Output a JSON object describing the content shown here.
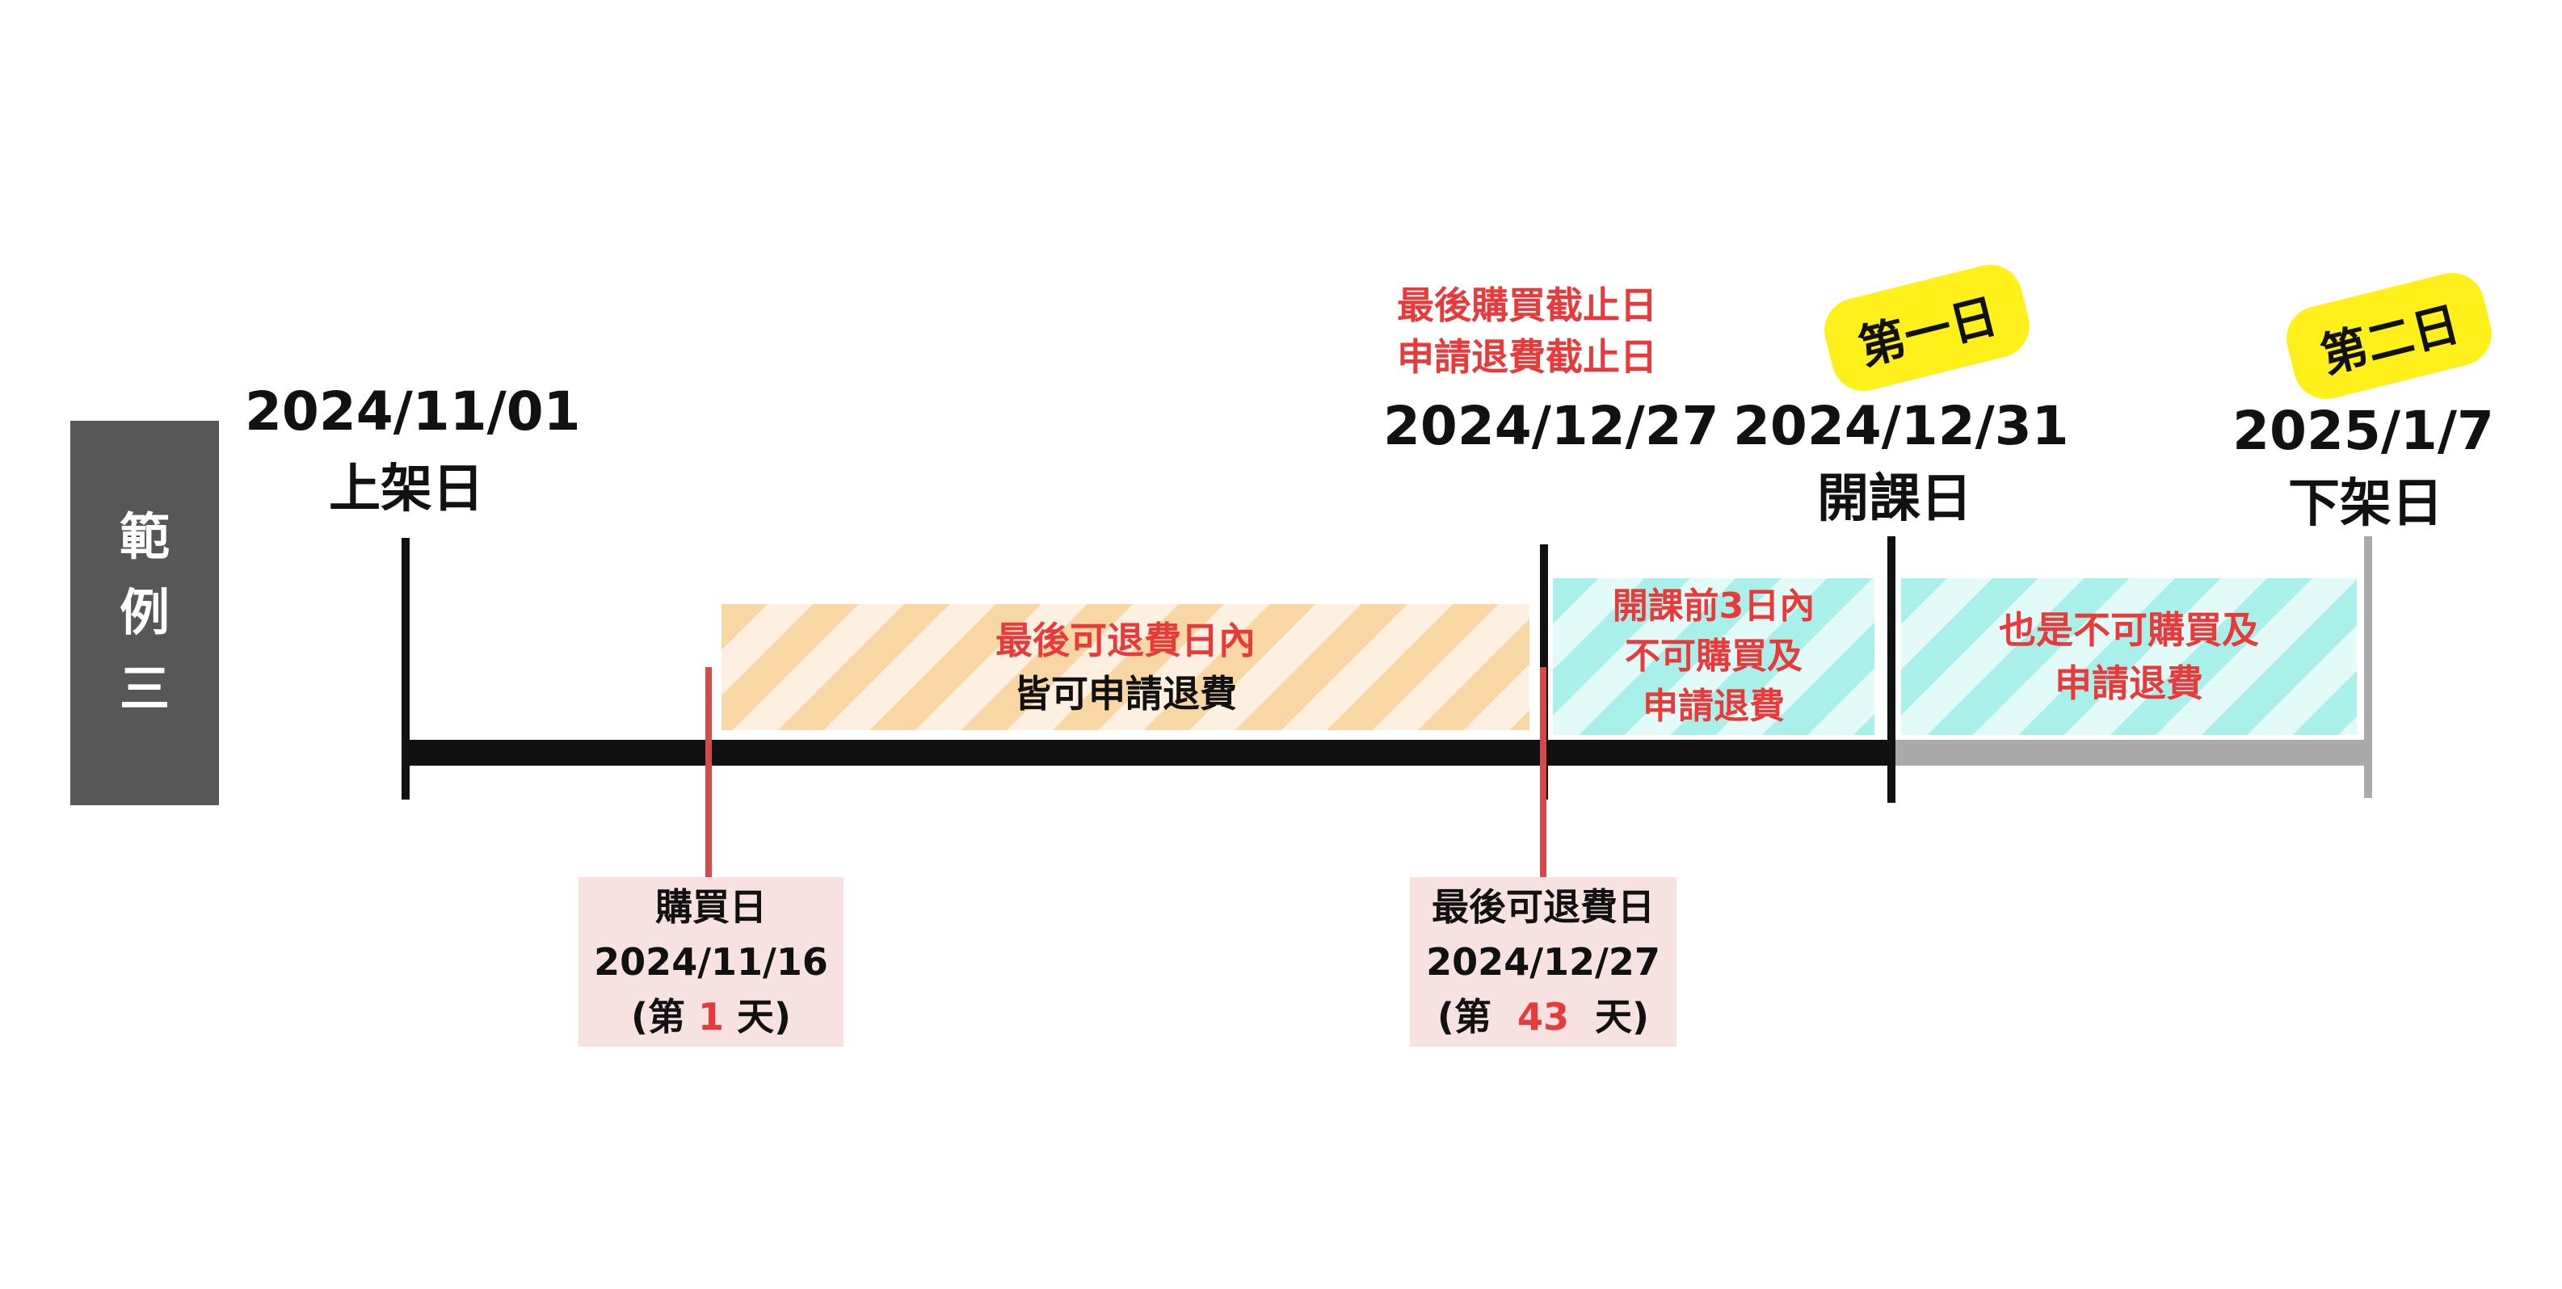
{
  "side_label": [
    "範",
    "例",
    "三"
  ],
  "milestones": {
    "listing": {
      "date": "2024/11/01",
      "name": "上架日"
    },
    "cutoff": {
      "notes": [
        "最後購買截止日",
        "申請退費截止日"
      ],
      "date": "2024/12/27"
    },
    "start": {
      "badge": "第一日",
      "date": "2024/12/31",
      "name": "開課日"
    },
    "delist": {
      "badge": "第二日",
      "date": "2025/1/7",
      "name": "下架日"
    }
  },
  "zones": {
    "refundable": {
      "line1": "最後可退費日內",
      "line2": "皆可申請退費"
    },
    "pre_start": {
      "lines": [
        "開課前3日內",
        "不可購買及",
        "申請退費"
      ]
    },
    "after_start": {
      "lines": [
        "也是不可購買及",
        "申請退費"
      ]
    }
  },
  "purchase_box": {
    "title": "購買日",
    "date": "2024/11/16",
    "prefix": "(第 ",
    "day": "1",
    "suffix": " 天)"
  },
  "last_refund_box": {
    "title": "最後可退費日",
    "date": "2024/12/27",
    "prefix": "(第  ",
    "day": "43",
    "suffix": "  天)"
  },
  "colors": {
    "timeline": "#111111",
    "timeline_after": "#aaaaaa",
    "marker": "#d24a4a",
    "highlight_text": "#e83a3a",
    "badge": "#ffef1a",
    "side_label_bg": "#575757",
    "box_bg": "#f7e1e1",
    "stripe_orange": "#f9d7a4",
    "stripe_cyan": "#a9f0ea"
  }
}
